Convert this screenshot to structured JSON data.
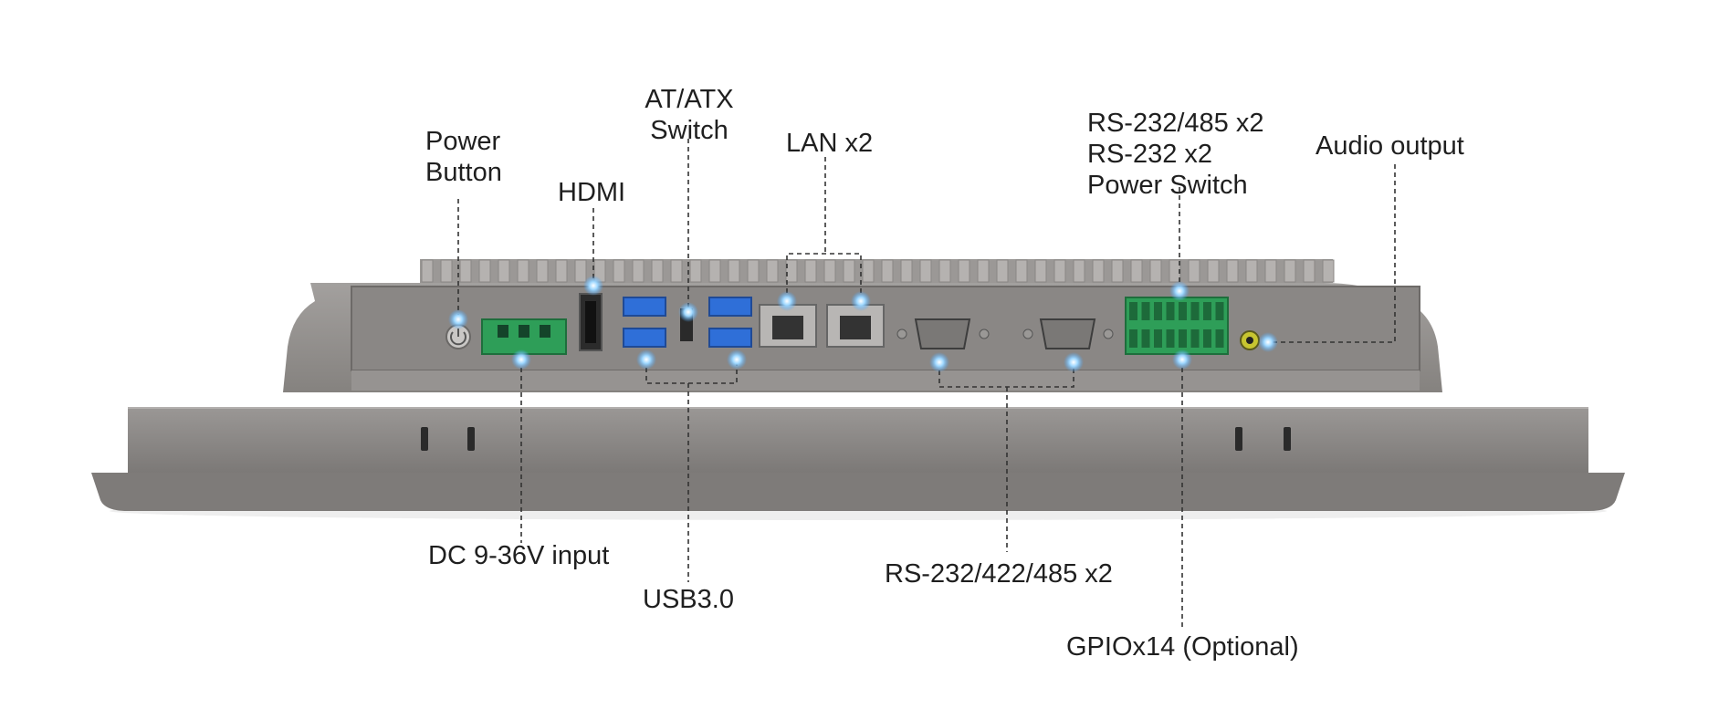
{
  "labels": {
    "power_button": [
      "Power",
      "Button"
    ],
    "hdmi": "HDMI",
    "at_atx_switch": [
      "AT/ATX",
      "Switch"
    ],
    "lan": "LAN x2",
    "rs_top": [
      "RS-232/485 x2",
      "RS-232 x2",
      "Power Switch"
    ],
    "audio_output": "Audio output",
    "dc_input": "DC 9-36V input",
    "usb": "USB3.0",
    "rs_bottom": "RS-232/422/485 x2",
    "gpio": "GPIOx14 (Optional)"
  },
  "colors": {
    "chassis": "#8f8c8a",
    "chassis_dark": "#6f6c6a",
    "panel": "#7d7a78",
    "usb_blue": "#2f6fd8",
    "terminal_green": "#2e9e58",
    "callout_dot": "#8fd0ff",
    "leader_line": "#333333"
  },
  "icons": [
    "power-icon",
    "hdmi-port-icon",
    "usb-port-icon",
    "rj45-port-icon",
    "db9-port-icon",
    "terminal-block-icon",
    "audio-jack-icon"
  ]
}
